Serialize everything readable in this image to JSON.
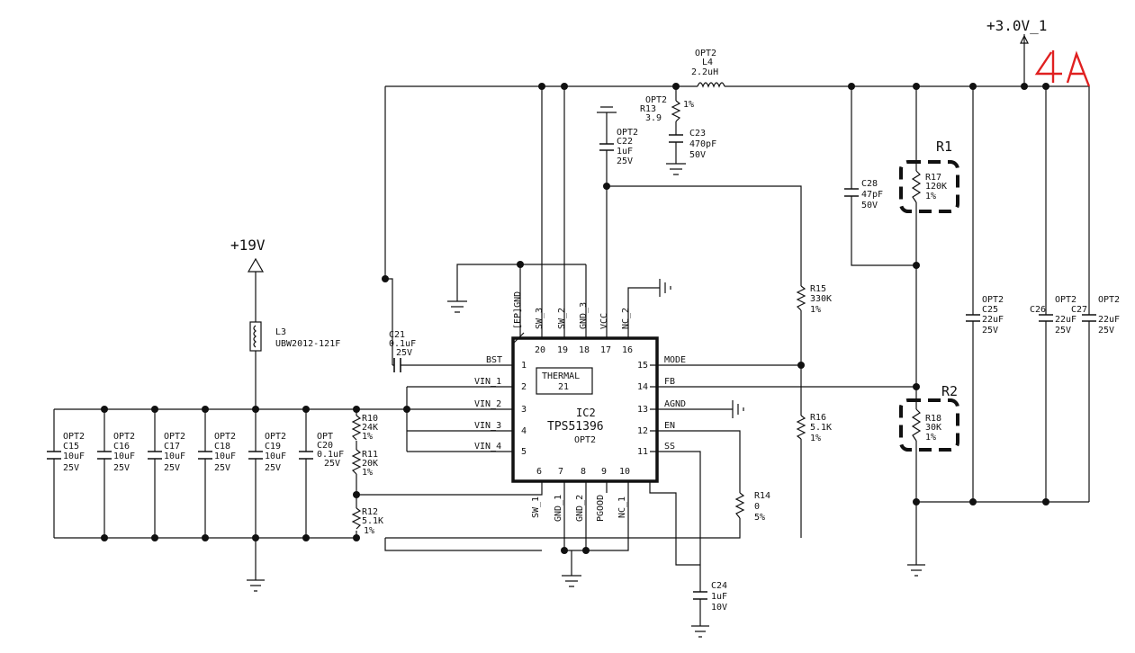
{
  "rails": {
    "v19": "+19V",
    "v3": "+3.0V_1"
  },
  "annotation": {
    "current": "4A",
    "color": "#e02020"
  },
  "ic": {
    "ref": "IC2",
    "part": "TPS51396",
    "opt": "OPT2",
    "thermal": "THERMAL",
    "thermal_pin": "21",
    "top_pins": [
      {
        "name": "[EP]GND",
        "num": ""
      },
      {
        "name": "SW_3",
        "num": "20"
      },
      {
        "name": "SW_2",
        "num": "19"
      },
      {
        "name": "GND_3",
        "num": "18"
      },
      {
        "name": "VCC",
        "num": "17"
      },
      {
        "name": "NC_2",
        "num": "16"
      }
    ],
    "left_pins": [
      {
        "name": "BST",
        "num": "1"
      },
      {
        "name": "VIN_1",
        "num": "2"
      },
      {
        "name": "VIN_2",
        "num": "3"
      },
      {
        "name": "VIN_3",
        "num": "4"
      },
      {
        "name": "VIN_4",
        "num": "5"
      }
    ],
    "right_pins": [
      {
        "name": "MODE",
        "num": "15"
      },
      {
        "name": "FB",
        "num": "14"
      },
      {
        "name": "AGND",
        "num": "13"
      },
      {
        "name": "EN",
        "num": "12"
      },
      {
        "name": "SS",
        "num": "11"
      }
    ],
    "bottom_pins": [
      {
        "name": "SW_1",
        "num": "6"
      },
      {
        "name": "GND_1",
        "num": "7"
      },
      {
        "name": "GND_2",
        "num": "8"
      },
      {
        "name": "PGOOD",
        "num": "9"
      },
      {
        "name": "NC_1",
        "num": "10"
      }
    ]
  },
  "components": {
    "L3": {
      "ref": "L3",
      "val": "UBW2012-121F"
    },
    "L4": {
      "opt": "OPT2",
      "ref": "L4",
      "val": "2.2uH"
    },
    "R13": {
      "opt": "OPT2",
      "ref": "R13",
      "val": "3.9",
      "tol": "1%"
    },
    "C23": {
      "ref": "C23",
      "val": "470pF",
      "v": "50V"
    },
    "C22": {
      "opt": "OPT2",
      "ref": "C22",
      "val": "1uF",
      "v": "25V"
    },
    "C21": {
      "ref": "C21",
      "val": "0.1uF",
      "v": "25V"
    },
    "C28": {
      "ref": "C28",
      "val": "47pF",
      "v": "50V"
    },
    "R17": {
      "ref": "R17",
      "val": "120K",
      "tol": "1%"
    },
    "R18": {
      "ref": "R18",
      "val": "30K",
      "tol": "1%"
    },
    "R15": {
      "ref": "R15",
      "val": "330K",
      "tol": "1%"
    },
    "R16": {
      "ref": "R16",
      "val": "5.1K",
      "tol": "1%"
    },
    "R14": {
      "ref": "R14",
      "val": "0",
      "tol": "5%"
    },
    "C24": {
      "ref": "C24",
      "val": "1uF",
      "v": "10V"
    },
    "R10": {
      "ref": "R10",
      "val": "24K",
      "tol": "1%"
    },
    "R11": {
      "ref": "R11",
      "val": "20K",
      "tol": "1%"
    },
    "R12": {
      "ref": "R12",
      "val": "5.1K",
      "tol": "1%"
    },
    "C20": {
      "opt": "OPT",
      "ref": "C20",
      "val": "0.1uF",
      "v": "25V"
    },
    "C15": {
      "opt": "OPT2",
      "ref": "C15",
      "val": "10uF",
      "v": "25V"
    },
    "C16": {
      "opt": "OPT2",
      "ref": "C16",
      "val": "10uF",
      "v": "25V"
    },
    "C17": {
      "opt": "OPT2",
      "ref": "C17",
      "val": "10uF",
      "v": "25V"
    },
    "C18": {
      "opt": "OPT2",
      "ref": "C18",
      "val": "10uF",
      "v": "25V"
    },
    "C19": {
      "opt": "OPT2",
      "ref": "C19",
      "val": "10uF",
      "v": "25V"
    },
    "C25": {
      "opt": "OPT2",
      "ref": "C25",
      "val": "22uF",
      "v": "25V"
    },
    "C26": {
      "opt": "OPT2",
      "ref": "C26",
      "val": "22uF",
      "v": "25V"
    },
    "C27": {
      "opt": "OPT2",
      "ref": "C27",
      "val": "22uF",
      "v": "25V"
    }
  },
  "highlights": {
    "r1": "R1",
    "r2": "R2"
  }
}
